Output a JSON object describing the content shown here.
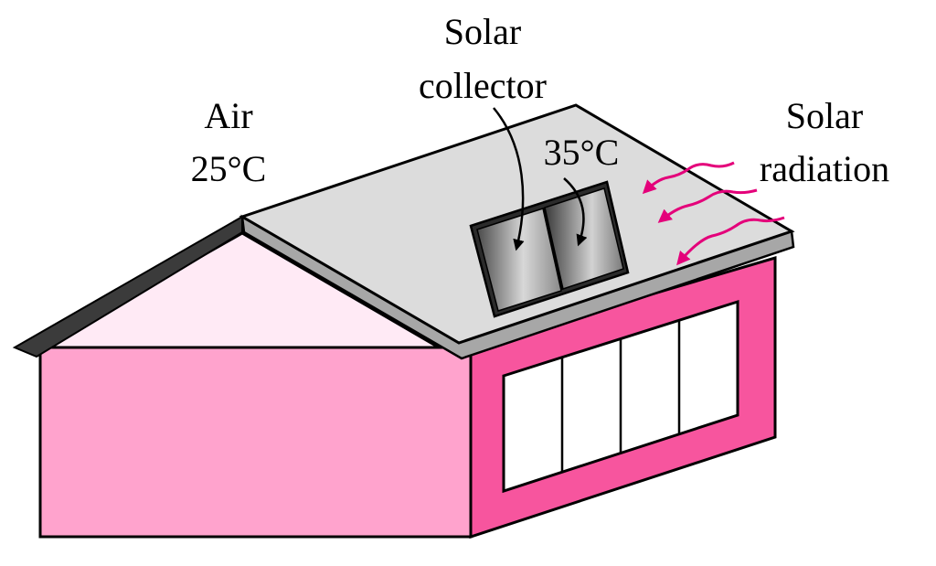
{
  "labels": {
    "air_line1": "Air",
    "air_line2": "25°C",
    "collector_line1": "Solar",
    "collector_line2": "collector",
    "collector_temp": "35°C",
    "radiation_line1": "Solar",
    "radiation_line2": "radiation"
  },
  "colors": {
    "wall": "#ffa3cd",
    "gable": "#ffeaf5",
    "side_frame": "#f7559e",
    "roof_surface": "#dcdcdc",
    "roof_edge": "#a7a7a7",
    "roof_dark": "#3b3b3b",
    "window": "#ffffff",
    "radiation_arrow": "#e4007a",
    "outline": "#000000"
  },
  "icons": {
    "collector": "solar-panel-icon",
    "radiation": "wavy-arrow-icon"
  }
}
